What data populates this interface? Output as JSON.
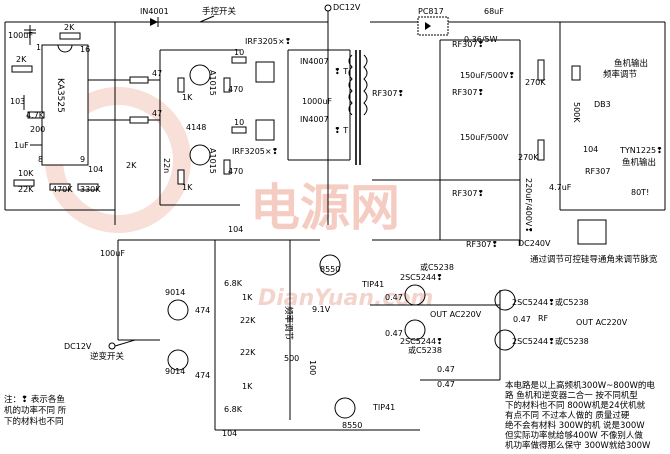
{
  "components": {
    "ic": "KA3525",
    "pc": "PC817",
    "in4001": "IN4001",
    "dc12v_top": "DC12V",
    "manual_switch": "手控开关",
    "cap_100uf_tl": "100uF",
    "r_2k_top": "2K",
    "r_2k_left": "2K",
    "c_103": "103",
    "r_4_7k": "4.7K",
    "r_200": "200",
    "c_1uf": "1uF",
    "r_10k": "10K",
    "r_22k": "22K",
    "r_470k": "470K",
    "r_330k": "330K",
    "c_104_ic": "104",
    "r_47_a": "47",
    "r_47_b": "47",
    "d_4148": "4148",
    "t_a1015_a": "A1015",
    "t_a1015_b": "A1015",
    "r_1k_a": "1K",
    "r_1k_b": "1K",
    "r_470_a": "470",
    "r_470_b": "470",
    "r_2k_mid": "2K",
    "c_22n": "22n",
    "r_10_a": "10",
    "r_10_b": "10",
    "mos_a": "IRF3205×❢",
    "mos_b": "IRF3205×❢",
    "d_in4007_a": "IN4007",
    "d_in4007_b": "IN4007",
    "c_1000uf": "1000uF",
    "t_marks": "❢  T",
    "rf307_1": "RF307❢",
    "rf307_2": "RF307❢",
    "rf307_3": "RF307❢",
    "rf307_4": "RF307❢",
    "rf307_5": "RF307❢",
    "rf307_6": "RF307",
    "c_68uf": "68uF",
    "r_036": "0.36/5W",
    "c_150uf_a": "150uF/500V❢",
    "c_150uf_b": "150uF/500V",
    "r_270k_a": "270K",
    "r_270k_b": "270K",
    "c_220uf": "220uF/400V❢",
    "dc240v": "DC240V",
    "r_500k": "500K",
    "pot_freq": "频率调节",
    "db3": "DB3",
    "c_104_r": "104",
    "tyn": "TYN1225❢",
    "c_4_7uf": "4.7uF",
    "r_80t": "80T!",
    "fish_out_1": "鱼机输出",
    "fish_out_2": "鱼机输出",
    "scr_note": "通过调节可控硅导通角来调节脉宽",
    "inv_c_104_top": "104",
    "inv_c_100uf": "100uF",
    "inv_r_68k_a": "6.8K",
    "inv_r_68k_b": "6.8K",
    "inv_c_474_a": "474",
    "inv_c_474_b": "474",
    "inv_r_22k_a": "22K",
    "inv_r_22k_b": "22K",
    "inv_r_1k_a": "1K",
    "inv_r_1k_b": "1K",
    "inv_r_500": "500",
    "inv_r_100": "100",
    "inv_9014_a": "9014",
    "inv_9014_b": "9014",
    "inv_8550_a": "8550",
    "inv_8550_b": "8550",
    "inv_tip41_a": "TIP41",
    "inv_tip41_b": "TIP41",
    "inv_zener": "9.1V",
    "inv_freq": "频率调节",
    "inv_c_104_bot": "104",
    "q_c5238_a": "或C5238",
    "q_2sc5244_a": "2SC5244❢",
    "q_2sc5244_b": "2SC5244❢",
    "q_c5238_b": "或C5238",
    "q_2sc5244_c": "2SC5244❢或C5238",
    "q_2sc5244_d": "2SC5244❢或C5238",
    "r_047_a": "0.47",
    "r_047_b": "0.47",
    "r_047_c": "0.47",
    "r_047_d": "0.47",
    "r_047_e": "0.47",
    "out_a": "OUT  AC220V",
    "out_b": "OUT  AC220V",
    "rf_label": "RF",
    "dc12v_bot": "DC12V",
    "inv_switch": "逆变开关"
  },
  "notes": {
    "bottom_left": [
      "注：❢ 表示各鱼",
      "机的功率不同 所",
      "下的材料也不同"
    ],
    "bottom_right": [
      "本电路是以上高频机300W~800W的电",
      "路 鱼机和逆变器二合一 按不同机型",
      "下的材料也不同 800W机是24伏机就",
      "有点不同 不过本人做的 质量过硬",
      "绝不会有材料 300W的机 说是300W",
      "但实际功率就给够400W 不像别人做",
      "机功率做得那么保守 300W就给300W"
    ]
  },
  "watermark": {
    "text": "电源网",
    "url": "DianYuan.com"
  },
  "colors": {
    "line": "#000000",
    "watermark": "#f2b7a8"
  }
}
